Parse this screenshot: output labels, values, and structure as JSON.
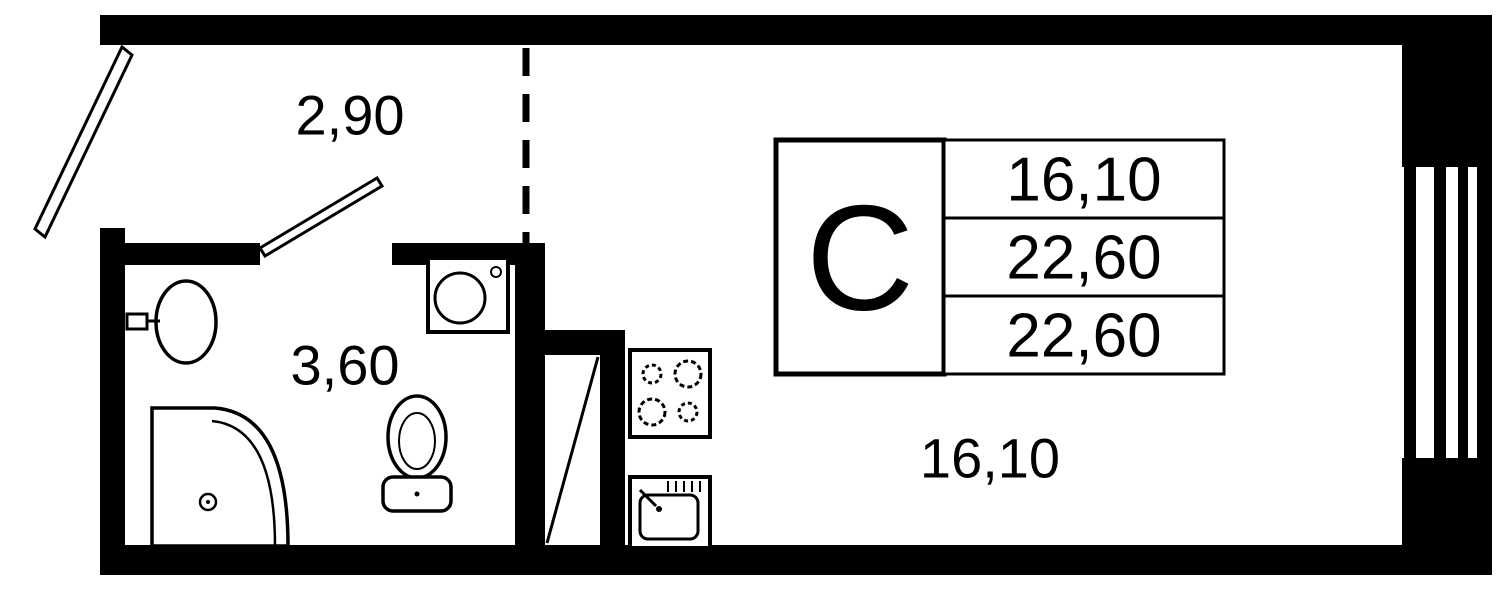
{
  "plan": {
    "rooms": {
      "hallway": {
        "area": "2,90"
      },
      "bathroom": {
        "area": "3,60"
      },
      "living": {
        "area": "16,10"
      }
    },
    "info_table": {
      "type_label": "С",
      "rows": [
        "16,10",
        "22,60",
        "22,60"
      ]
    },
    "colors": {
      "wall": "#000000",
      "background": "#ffffff"
    }
  }
}
